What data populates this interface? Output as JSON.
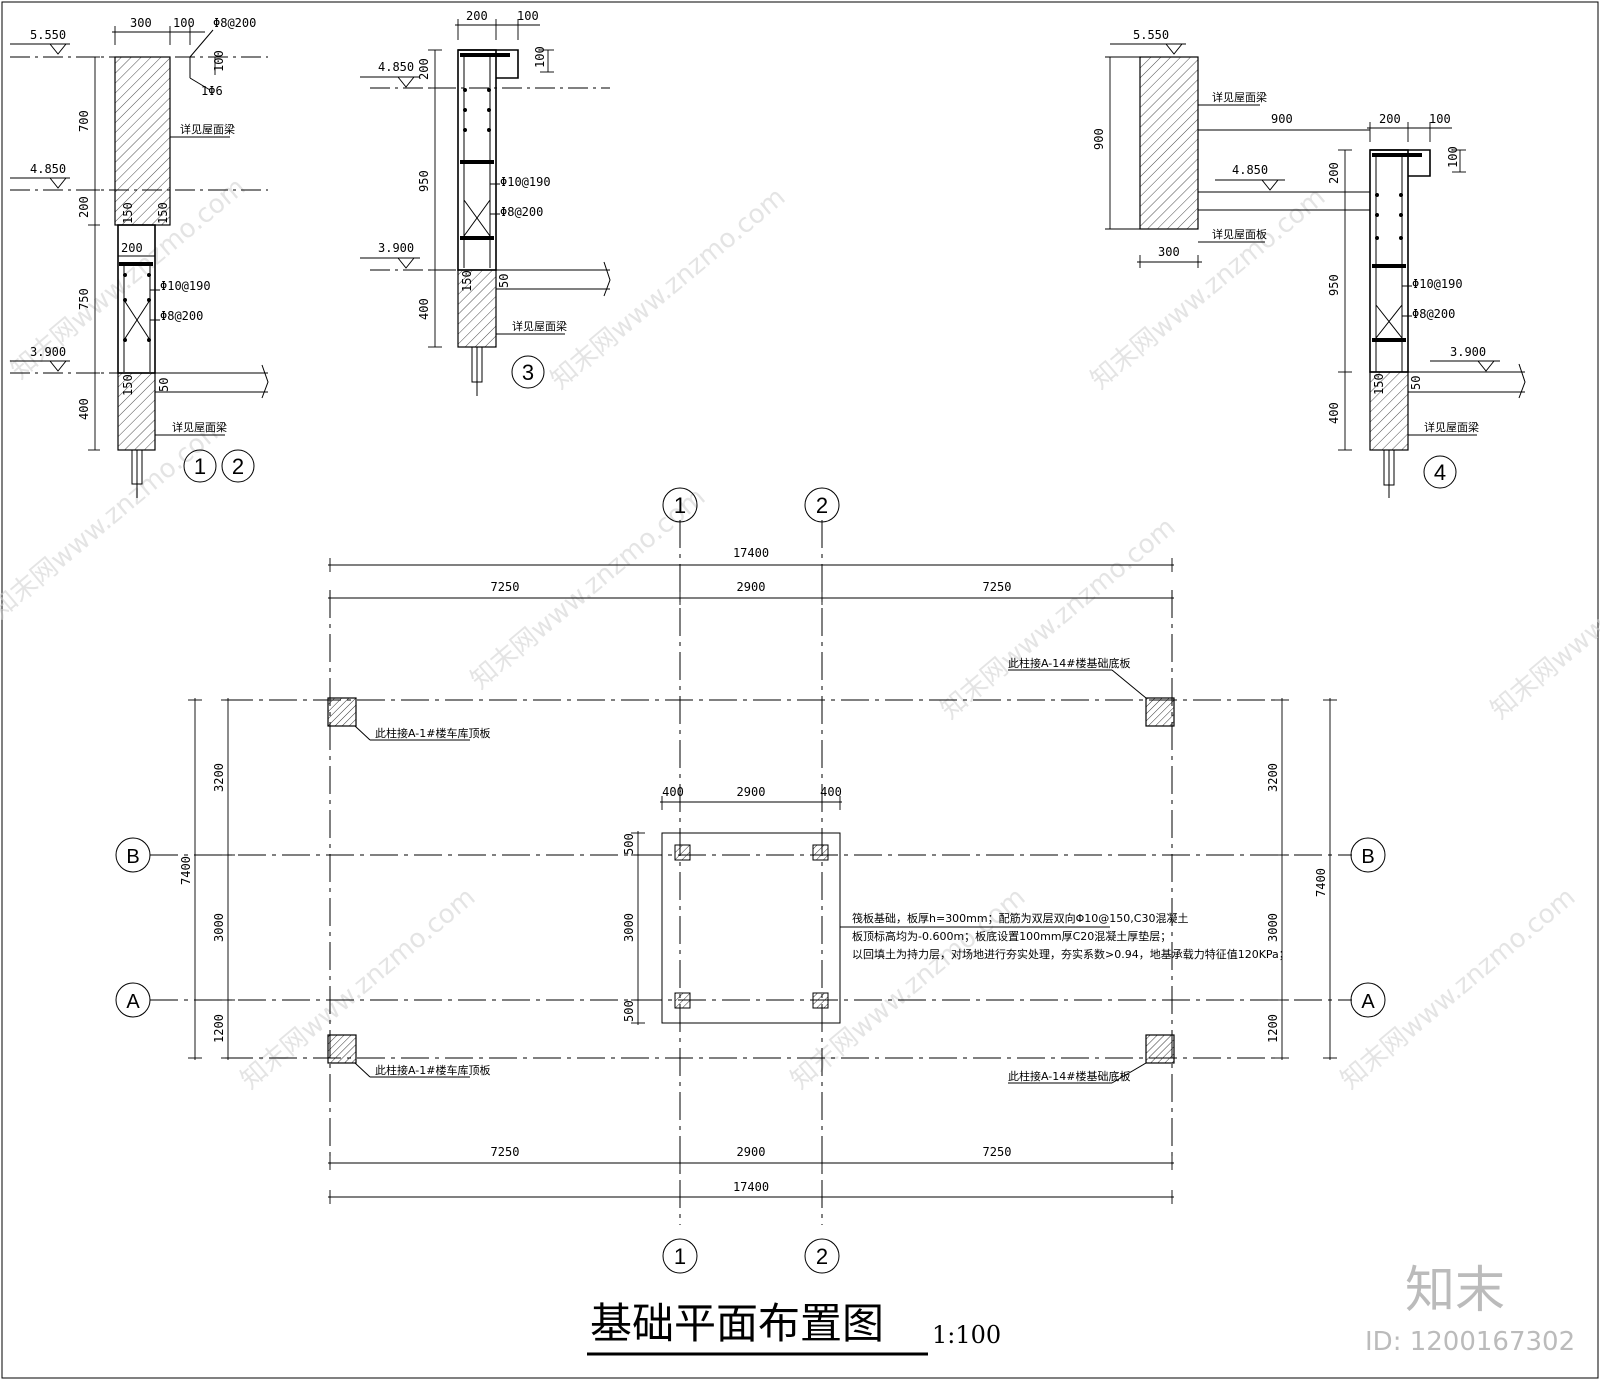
{
  "title": "基础平面布置图",
  "scale": "1:100",
  "brand": {
    "name": "知末",
    "id": "ID: 1200167302"
  },
  "watermark": "知末网www.znzmo.com",
  "axes": {
    "col1": "1",
    "col2": "2",
    "rowA": "A",
    "rowB": "B"
  },
  "dims": {
    "overall": "17400",
    "left": "7250",
    "mid": "2900",
    "right": "7250",
    "total_v": "7400",
    "v_top": "3200",
    "v_mid": "3000",
    "v_bot": "1200",
    "raft_l": "400",
    "raft_m": "2900",
    "raft_r": "400",
    "raft_v_top": "500",
    "raft_v_mid": "3000",
    "raft_v_bot": "500"
  },
  "notes": {
    "raft_line1": "筏板基础，板厚h=300mm；配筋为双层双向Φ10@150,C30混凝土",
    "raft_line2": "板顶标高均为-0.600m；板底设置100mm厚C20混凝土厚垫层；",
    "raft_line3": "以回填土为持力层，对场地进行夯实处理，夯实系数>0.94，地基承载力特征值120KPa；",
    "col_tl": "此柱接A-1#楼车库顶板",
    "col_bl": "此柱接A-1#楼车库顶板",
    "col_tr": "此柱接A-14#楼基础底板",
    "col_br": "此柱接A-14#楼基础底板"
  },
  "sec12": {
    "w1": "300",
    "w2": "100",
    "rebar_top": "Φ8@200",
    "d100": "100",
    "r16": "1Φ6",
    "el_top": "5.550",
    "h700": "700",
    "el_mid": "4.850",
    "h200": "200",
    "d150a": "150",
    "d150b": "150",
    "w200": "200",
    "h750": "750",
    "rebar_main": "Φ10@190",
    "rebar_stir": "Φ8@200",
    "el_bot": "3.900",
    "d150c": "150",
    "d50": "50",
    "h400": "400",
    "note_beam1": "详见屋面梁",
    "note_beam2": "详见屋面梁",
    "tag1": "1",
    "tag2": "2"
  },
  "sec3": {
    "w200": "200",
    "w100": "100",
    "d100": "100",
    "el_top": "4.850",
    "h200": "200",
    "h950": "950",
    "rebar_main": "Φ10@190",
    "rebar_stir": "Φ8@200",
    "el_bot": "3.900",
    "h400": "400",
    "d150": "150",
    "d50": "50",
    "note_beam": "详见屋面梁",
    "tag": "3"
  },
  "sec4": {
    "el_top": "5.550",
    "note_beam": "详见屋面梁",
    "h900": "900",
    "w900": "900",
    "w200": "200",
    "w100": "100",
    "d100": "100",
    "el_mid": "4.850",
    "h200": "200",
    "note_slab": "详见屋面板",
    "w300": "300",
    "h950": "950",
    "rebar_main": "Φ10@190",
    "rebar_stir": "Φ8@200",
    "el_bot": "3.900",
    "d150": "150",
    "d50": "50",
    "h400": "400",
    "note_beam2": "详见屋面梁",
    "tag": "4"
  }
}
